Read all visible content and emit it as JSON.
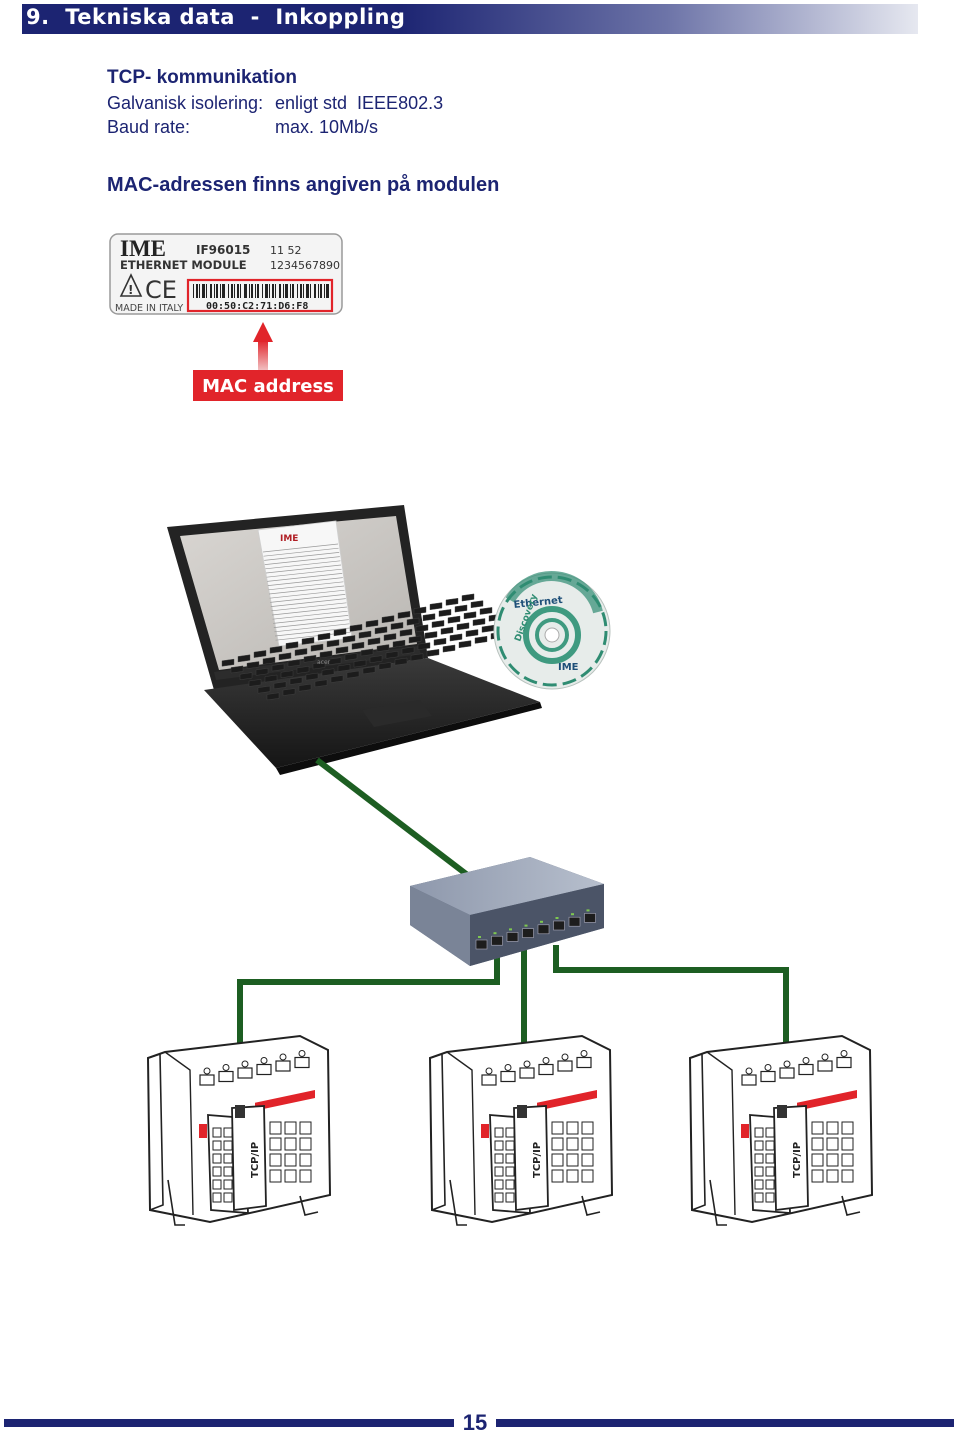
{
  "header": {
    "title": "9.  Tekniska data  -  Inkoppling"
  },
  "tcp": {
    "heading": "TCP- kommunikation",
    "isolation_label": "Galvanisk isolering:",
    "isolation_value": "enligt std  IEEE802.3",
    "baud_label": "Baud rate:",
    "baud_value": "max. 10Mb/s"
  },
  "mac_note": "MAC-adressen finns angiven på modulen",
  "label_card": {
    "brand": "IME",
    "model": "IF96015",
    "module_name": "ETHERNET MODULE",
    "week": "11  52",
    "serial": "1234567890",
    "made_in": "MADE IN ITALY",
    "mac": "00:50:C2:71:D6:F8"
  },
  "mac_callout": "MAC address",
  "laptop": {
    "brand": "acer",
    "doc_brand": "IME"
  },
  "cd": {
    "title": "Ethernet",
    "subtitle": "Discovery",
    "brand": "IME"
  },
  "meter_label": "TCP/IP",
  "colors": {
    "navy": "#1c2472",
    "cable": "#1d5e22",
    "callout_red": "#e1242a"
  },
  "footer": {
    "page_number": "15"
  }
}
